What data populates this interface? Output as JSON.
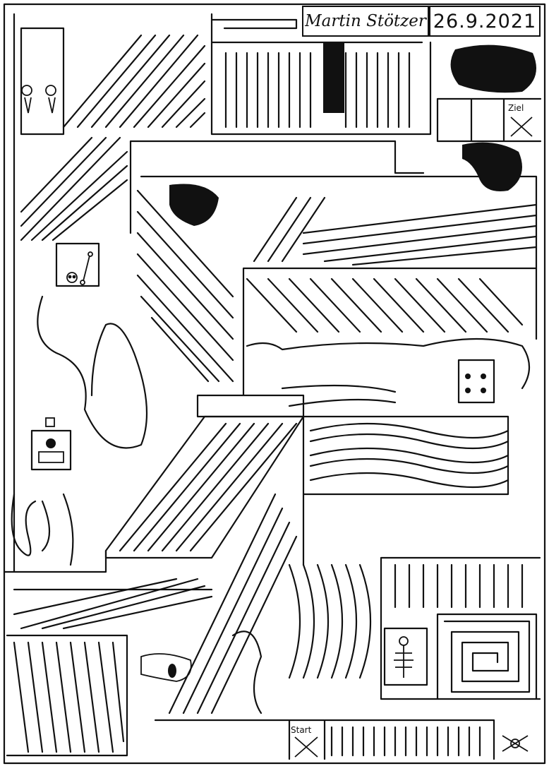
{
  "header": {
    "author": "Martin Stötzer",
    "date": "26.9.2021"
  },
  "goal": {
    "label": "Ziel"
  },
  "start": {
    "label": "Start"
  },
  "colors": {
    "ink": "#111111",
    "paper": "#ffffff"
  },
  "icons": [
    "skull-icon",
    "bone-icon",
    "perfume-bottle-icon",
    "die-icon",
    "skeleton-icon",
    "worm-icon",
    "ghost-eyes-icon",
    "crossbones-icon"
  ]
}
